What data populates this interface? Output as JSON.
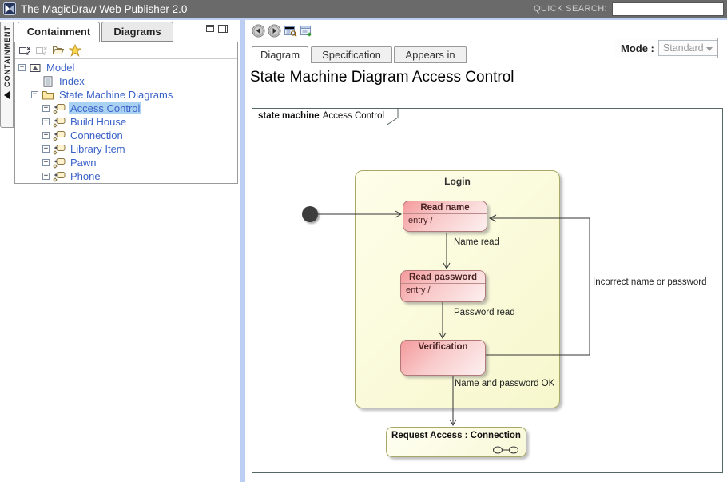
{
  "header": {
    "title": "The MagicDraw Web Publisher 2.0",
    "quick_search_label": "QUICK SEARCH:",
    "search_value": ""
  },
  "side_tab": {
    "label": "CONTAINMENT"
  },
  "left_panel": {
    "tabs": [
      {
        "label": "Containment",
        "active": true
      },
      {
        "label": "Diagrams",
        "active": false
      }
    ],
    "toolbar_icons": [
      "collapse-into-icon",
      "collapse-into-disabled-icon",
      "open-folder-icon",
      "favorites-star-icon"
    ],
    "tree": [
      {
        "label": "Model",
        "level": 0,
        "expander": "−",
        "icon": "package",
        "selected": false
      },
      {
        "label": "Index",
        "level": 1,
        "expander": "",
        "icon": "index",
        "selected": false
      },
      {
        "label": "State Machine Diagrams",
        "level": 1,
        "expander": "−",
        "icon": "folder",
        "selected": false
      },
      {
        "label": "Access Control",
        "level": 2,
        "expander": "+",
        "icon": "state-machine-diagram",
        "selected": true
      },
      {
        "label": "Build House",
        "level": 2,
        "expander": "+",
        "icon": "state-machine-diagram",
        "selected": false
      },
      {
        "label": "Connection",
        "level": 2,
        "expander": "+",
        "icon": "state-machine-diagram",
        "selected": false
      },
      {
        "label": "Library Item",
        "level": 2,
        "expander": "+",
        "icon": "state-machine-diagram",
        "selected": false
      },
      {
        "label": "Pawn",
        "level": 2,
        "expander": "+",
        "icon": "state-machine-diagram",
        "selected": false
      },
      {
        "label": "Phone",
        "level": 2,
        "expander": "+",
        "icon": "state-machine-diagram",
        "selected": false
      }
    ]
  },
  "main": {
    "toolbar_icons": [
      "back-icon",
      "forward-icon",
      "show-in-tree-icon",
      "open-new-window-icon"
    ],
    "tabs": [
      {
        "label": "Diagram",
        "active": true
      },
      {
        "label": "Specification",
        "active": false
      },
      {
        "label": "Appears in",
        "active": false
      }
    ],
    "mode": {
      "label": "Mode :",
      "value": "Standard",
      "enabled": false
    },
    "page_title": "State Machine Diagram Access Control"
  },
  "diagram": {
    "frame_keyword": "state machine",
    "frame_name": "Access Control",
    "composite_state": {
      "title": "Login"
    },
    "states": [
      {
        "title": "Read name",
        "entry": "entry /"
      },
      {
        "title": "Read password",
        "entry": "entry /"
      },
      {
        "title": "Verification"
      },
      {
        "title": "Request Access : Connection",
        "submachine": true
      }
    ],
    "transitions": [
      {
        "label": "Name read"
      },
      {
        "label": "Password read"
      },
      {
        "label": "Name and password OK"
      },
      {
        "label": "Incorrect name or password"
      }
    ],
    "initial_state": true
  },
  "colors": {
    "topbar_bg": "#6a6a6a",
    "panel_divider": "#bccff2",
    "tree_link": "#3a62c8",
    "tree_selection": "#a9d1f1",
    "state_pink_top": "#f49a9c",
    "state_pink_bottom": "#fdf0f0",
    "composite_yellow": "#f7f7cd",
    "state_border_olive": "#a8a868",
    "state_border_pink": "#b07878"
  }
}
